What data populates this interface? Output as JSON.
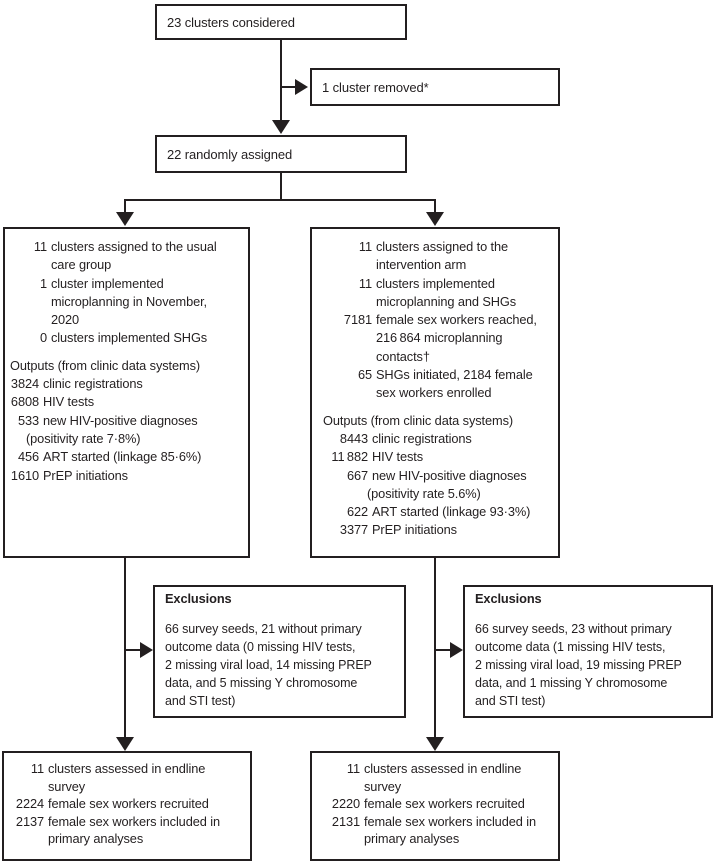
{
  "top_boxes": {
    "considered": "23 clusters considered",
    "removed": "1 cluster removed*",
    "assigned": "22 randomly assigned"
  },
  "usual_care_arm": {
    "lines": [
      {
        "c": "a",
        "n": "11",
        "t": "clusters assigned to the usual"
      },
      {
        "c": "ac",
        "t": "care group"
      },
      {
        "c": "a",
        "n": "1",
        "t": "cluster implemented"
      },
      {
        "c": "ac",
        "t": "microplanning in November,"
      },
      {
        "c": "ac",
        "t": "2020"
      },
      {
        "c": "a",
        "n": "0",
        "t": "clusters implemented SHGs"
      },
      {
        "c": "h gap",
        "t": "Outputs (from clinic data systems)"
      },
      {
        "c": "b",
        "n": "3824",
        "t": "clinic registrations"
      },
      {
        "c": "b",
        "n": "6808",
        "t": "HIV tests"
      },
      {
        "c": "b",
        "n": "533",
        "t": "new HIV-positive diagnoses"
      },
      {
        "c": "bc",
        "t": "(positivity rate 7·8%)"
      },
      {
        "c": "b",
        "n": "456",
        "t": "ART started (linkage 85·6%)"
      },
      {
        "c": "b",
        "n": "1610",
        "t": "PrEP initiations"
      }
    ]
  },
  "intervention_arm": {
    "lines": [
      {
        "c": "a",
        "n": "11",
        "t": "clusters assigned to the"
      },
      {
        "c": "ac",
        "t": "intervention arm"
      },
      {
        "c": "a",
        "n": "11",
        "t": "clusters implemented"
      },
      {
        "c": "ac",
        "t": "microplanning and SHGs"
      },
      {
        "c": "a",
        "n": "7181",
        "t": "female sex workers reached,"
      },
      {
        "c": "ac",
        "t": "216 864 microplanning"
      },
      {
        "c": "ac",
        "t": "contacts†"
      },
      {
        "c": "a",
        "n": "65",
        "t": "SHGs initiated, 2184 female"
      },
      {
        "c": "ac",
        "t": "sex workers enrolled"
      },
      {
        "c": "h gap",
        "t": "Outputs (from clinic data systems)"
      },
      {
        "c": "b",
        "n": "8443",
        "t": "clinic registrations"
      },
      {
        "c": "b",
        "n": "11 882",
        "t": "HIV tests"
      },
      {
        "c": "b",
        "n": "667",
        "t": "new HIV-positive diagnoses"
      },
      {
        "c": "bc",
        "t": "(positivity rate 5.6%)"
      },
      {
        "c": "b",
        "n": "622",
        "t": "ART started (linkage 93·3%)"
      },
      {
        "c": "b",
        "n": "3377",
        "t": "PrEP initiations"
      }
    ]
  },
  "exclusions_left": {
    "title": "Exclusions",
    "lines": [
      "66 survey seeds, 21 without primary",
      "outcome data (0 missing HIV tests,",
      "2 missing viral load, 14 missing PREP",
      "data, and 5 missing Y chromosome",
      "and STI test)"
    ]
  },
  "exclusions_right": {
    "title": "Exclusions",
    "lines": [
      "66 survey seeds, 23 without primary",
      "outcome data (1 missing HIV tests,",
      "2 missing viral load, 19 missing PREP",
      "data, and 1 missing Y chromosome",
      "and STI test)"
    ]
  },
  "endline_left": {
    "lines": [
      {
        "c": "a",
        "n": "11",
        "t": "clusters assessed in endline"
      },
      {
        "c": "ac",
        "t": "survey"
      },
      {
        "c": "a",
        "n": "2224",
        "t": "female sex workers recruited"
      },
      {
        "c": "a",
        "n": "2137",
        "t": "female sex workers included in"
      },
      {
        "c": "ac",
        "t": "primary analyses"
      }
    ]
  },
  "endline_right": {
    "lines": [
      {
        "c": "a",
        "n": "11",
        "t": "clusters assessed in endline"
      },
      {
        "c": "ac",
        "t": "survey"
      },
      {
        "c": "a",
        "n": "2220",
        "t": "female sex workers recruited"
      },
      {
        "c": "a",
        "n": "2131",
        "t": "female sex workers included in"
      },
      {
        "c": "ac",
        "t": "primary analyses"
      }
    ]
  },
  "colors": {
    "ink": "#231f20",
    "background": "#ffffff"
  }
}
